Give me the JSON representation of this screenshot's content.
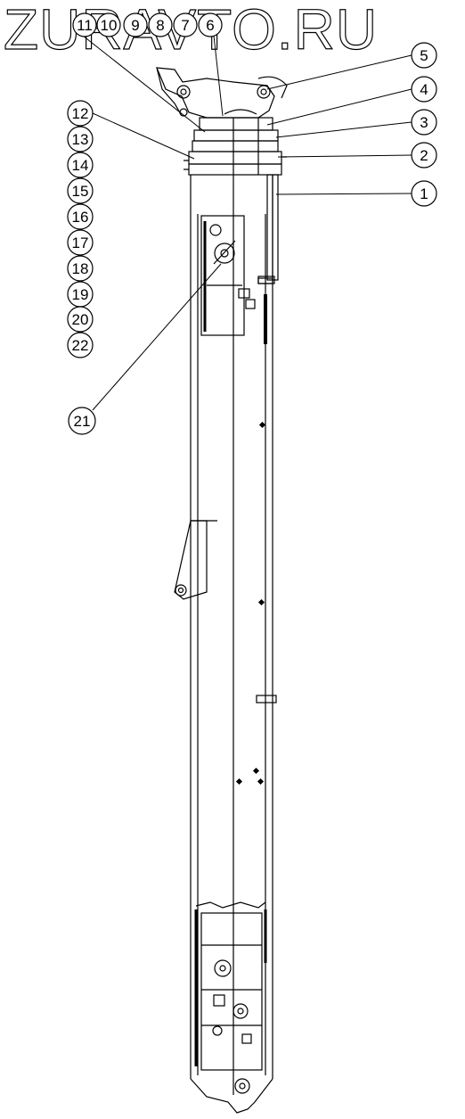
{
  "watermark": {
    "text": "ZURAVTO.RU"
  },
  "top_callouts": [
    "11",
    "10",
    "9",
    "8",
    "7",
    "6"
  ],
  "left_callouts": [
    "12",
    "13",
    "14",
    "15",
    "16",
    "17",
    "18",
    "19",
    "20",
    "22"
  ],
  "right_callouts": [
    "5",
    "4",
    "3",
    "2",
    "1"
  ],
  "lower_callout": "21",
  "colors": {
    "line": "#000000",
    "watermark_stroke": "#000000",
    "background": "#ffffff"
  }
}
